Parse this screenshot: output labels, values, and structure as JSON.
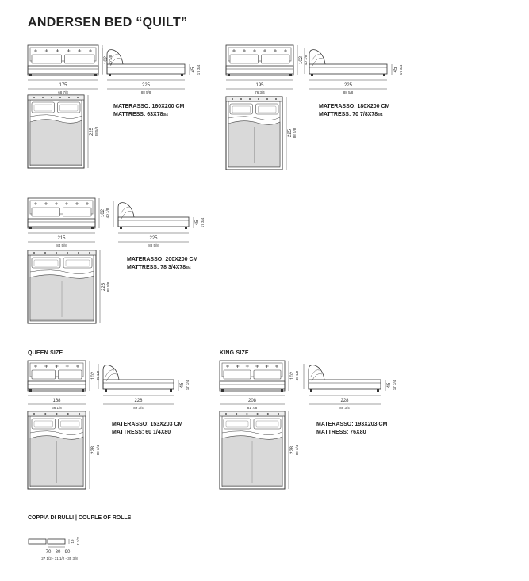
{
  "title": "ANDERSEN BED “QUILT”",
  "configs": [
    {
      "label": "",
      "width_cm": "175",
      "width_in": "68 7/8",
      "length_cm": "225",
      "length_in": "88 5/8",
      "headboard_cm": "102",
      "headboard_in": "40 1/8",
      "frame_cm": "45",
      "frame_in": "17 3/4",
      "plan_cm": "225",
      "plan_in": "88 5/8",
      "materasso": "MATERASSO: 160X200 CM",
      "mattress_main": "MATTRESS: 63X78",
      "mattress_frac": "3/4"
    },
    {
      "label": "",
      "width_cm": "195",
      "width_in": "76 3/4",
      "length_cm": "225",
      "length_in": "88 5/8",
      "headboard_cm": "102",
      "headboard_in": "40 1/8",
      "frame_cm": "45",
      "frame_in": "17 3/4",
      "plan_cm": "225",
      "plan_in": "88 5/8",
      "materasso": "MATERASSO: 180X200 CM",
      "mattress_main": "MATTRESS: 70 7/8X78",
      "mattress_frac": "3/4"
    },
    {
      "label": "",
      "width_cm": "215",
      "width_in": "84 5/8",
      "length_cm": "225",
      "length_in": "88 5/8",
      "headboard_cm": "102",
      "headboard_in": "40 1/8",
      "frame_cm": "45",
      "frame_in": "17 3/4",
      "plan_cm": "225",
      "plan_in": "88 5/8",
      "materasso": "MATERASSO: 200X200 CM",
      "mattress_main": "MATTRESS: 78 3/4X78",
      "mattress_frac": "3/4"
    },
    {
      "label": "QUEEN SIZE",
      "width_cm": "168",
      "width_in": "66 1/8",
      "length_cm": "228",
      "length_in": "89 3/4",
      "headboard_cm": "102",
      "headboard_in": "40 1/8",
      "frame_cm": "45",
      "frame_in": "17 3/4",
      "plan_cm": "228",
      "plan_in": "89 3/4",
      "materasso": "MATERASSO: 153X203 CM",
      "mattress_main": "MATTRESS: 60 1/4X80",
      "mattress_frac": ""
    },
    {
      "label": "KING SIZE",
      "width_cm": "208",
      "width_in": "81 7/8",
      "length_cm": "228",
      "length_in": "89 3/4",
      "headboard_cm": "102",
      "headboard_in": "40 1/8",
      "frame_cm": "45",
      "frame_in": "17 3/4",
      "plan_cm": "228",
      "plan_in": "89 3/4",
      "materasso": "MATERASSO: 193X203 CM",
      "mattress_main": "MATTRESS: 76X80",
      "mattress_frac": ""
    }
  ],
  "rolls": {
    "title": "COPPIA DI RULLI  |  COUPLE OF ROLLS",
    "height_cm": "19",
    "height_in": "7 1/2",
    "lengths_cm": "70 - 80 - 90",
    "lengths_in": "27 1/2 - 31 1/2 - 35 3/8"
  }
}
